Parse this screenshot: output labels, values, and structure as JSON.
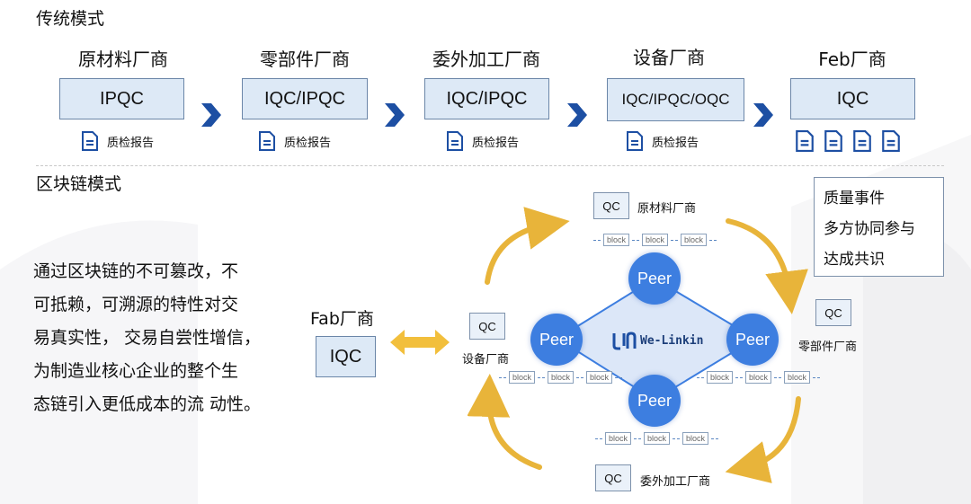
{
  "traditional": {
    "title": "传统模式",
    "columns": [
      {
        "title": "原材料厂商",
        "qc": "IPQC",
        "report": "质检报告"
      },
      {
        "title": "零部件厂商",
        "qc": "IQC/IPQC",
        "report": "质检报告"
      },
      {
        "title": "委外加工厂商",
        "qc": "IQC/IPQC",
        "report": "质检报告"
      },
      {
        "title": "设备厂商",
        "qc": "IQC/IPQC/OQC",
        "report": "质检报告"
      },
      {
        "title": "Feb厂商",
        "qc": "IQC",
        "report_icons": 4
      }
    ],
    "arrow_color": "#1d4fa3"
  },
  "blockchain": {
    "title": "区块链模式",
    "description_lines": [
      "通过区块链的不可篡改，不",
      "可抵赖，可溯源的特性对交",
      "易真实性， 交易自尝性增信，",
      "为制造业核心企业的整个生",
      "态链引入更低成本的流 动性。"
    ],
    "fab": {
      "title": "Fab厂商",
      "qc": "IQC"
    },
    "nodes": {
      "raw": {
        "qc": "QC",
        "label": "原材料厂商"
      },
      "equip": {
        "qc": "QC",
        "label": "设备厂商"
      },
      "parts": {
        "qc": "QC",
        "label": "零部件厂商"
      },
      "outsource": {
        "qc": "QC",
        "label": "委外加工厂商"
      }
    },
    "peer_label": "Peer",
    "block_label": "block",
    "brand": "We-Linkin",
    "legend": [
      "质量事件",
      "多方协同参与",
      "达成共识"
    ],
    "colors": {
      "peer": "#3d7ee0",
      "diamond": "#dce7f8",
      "gold": "#e8b43a",
      "double_arrow": "#f2bf3c"
    }
  }
}
